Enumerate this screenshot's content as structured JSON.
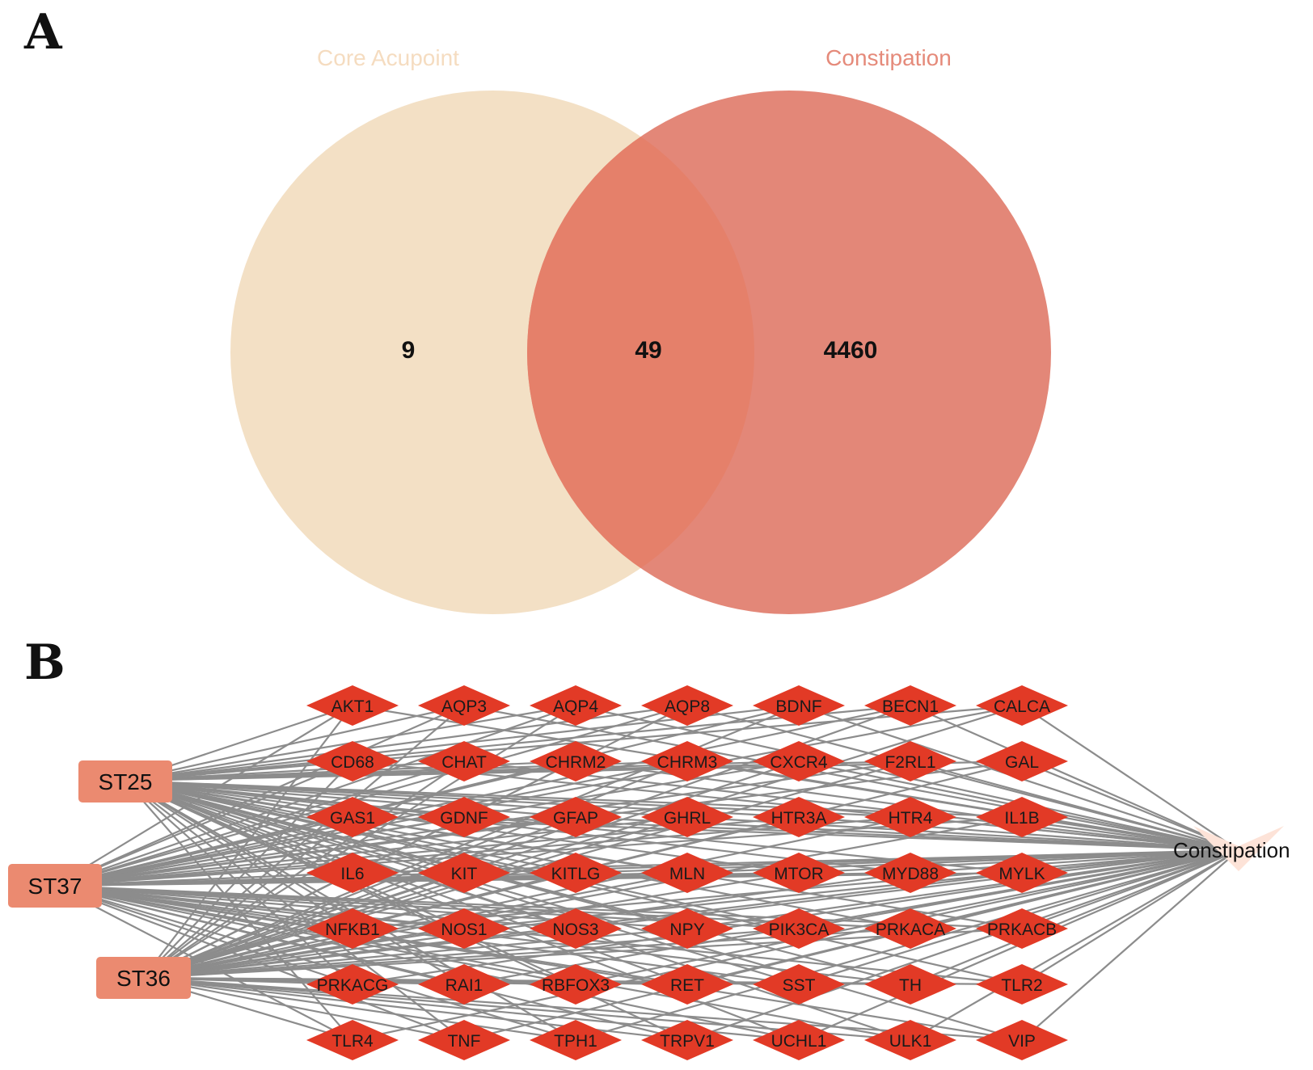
{
  "panel_a": {
    "letter": "A",
    "left_set": {
      "name": "Core Acupoint",
      "color": "#f3e0c5",
      "title_color": "#f5dcc0"
    },
    "right_set": {
      "name": "Constipation",
      "color": "#e38778",
      "title_color": "#e58a7a"
    },
    "overlap_color": "#e5806a",
    "counts": {
      "left_only": "9",
      "both": "49",
      "right_only": "4460"
    }
  },
  "panel_b": {
    "letter": "B",
    "sources": [
      "ST25",
      "ST37",
      "ST36"
    ],
    "source_color": "#eb8a70",
    "gene_color": "#e23a26",
    "target": {
      "label": "Constipation",
      "color": "#fde3d8"
    },
    "edge_color": "#8c8c8c",
    "genes": [
      [
        "AKT1",
        "AQP3",
        "AQP4",
        "AQP8",
        "BDNF",
        "BECN1",
        "CALCA"
      ],
      [
        "CD68",
        "CHAT",
        "CHRM2",
        "CHRM3",
        "CXCR4",
        "F2RL1",
        "GAL"
      ],
      [
        "GAS1",
        "GDNF",
        "GFAP",
        "GHRL",
        "HTR3A",
        "HTR4",
        "IL1B"
      ],
      [
        "IL6",
        "KIT",
        "KITLG",
        "MLN",
        "MTOR",
        "MYD88",
        "MYLK"
      ],
      [
        "NFKB1",
        "NOS1",
        "NOS3",
        "NPY",
        "PIK3CA",
        "PRKACA",
        "PRKACB"
      ],
      [
        "PRKACG",
        "RAI1",
        "RBFOX3",
        "RET",
        "SST",
        "TH",
        "TLR2"
      ],
      [
        "TLR4",
        "TNF",
        "TPH1",
        "TRPV1",
        "UCHL1",
        "ULK1",
        "VIP"
      ]
    ]
  }
}
